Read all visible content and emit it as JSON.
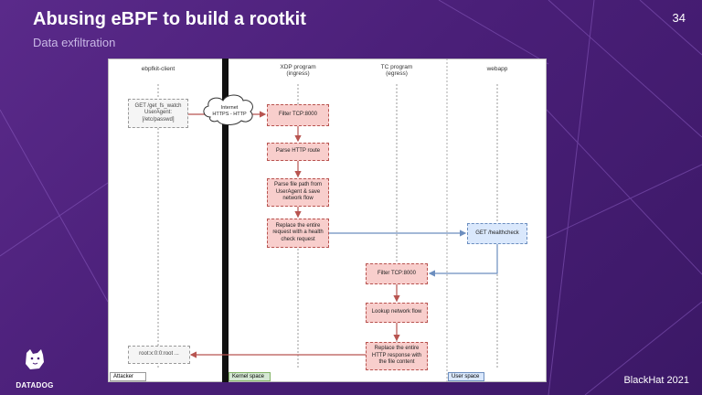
{
  "slide": {
    "title": "Abusing eBPF to build a rootkit",
    "subtitle": "Data exfiltration",
    "page_number": "34",
    "event": "BlackHat 2021",
    "logo_text": "DATADOG"
  },
  "diagram": {
    "lifelines": {
      "client": "ebpfkit-client",
      "xdp_line1": "XDP program",
      "xdp_line2": "(ingress)",
      "tc_line1": "TC program",
      "tc_line2": "(egress)",
      "webapp": "webapp"
    },
    "client_request": "GET /get_fs_watch\nUserAgent:\n[/etc/passwd]",
    "cloud": "Internet\nHTTPS - HTTP",
    "xdp_steps": [
      "Filter TCP:8000",
      "Parse HTTP route",
      "Parse file path from\nUserAgent & save\nnetwork flow",
      "Replace the entire\nrequest with a health\ncheck request"
    ],
    "webapp_request": "GET /healthcheck",
    "tc_steps": [
      "Filter TCP:8000",
      "Lookup network flow",
      "Replace the entire\nHTTP response with\nthe file content"
    ],
    "client_response": "root:x:0:0:root ...",
    "regions": {
      "attacker": "Attacker",
      "kernel": "Kernel space",
      "user": "User space"
    },
    "colors": {
      "pink_fill": "#f8cecc",
      "pink_stroke": "#b85450",
      "blue_fill": "#dae8fc",
      "blue_stroke": "#6c8ebf",
      "kernel_tag": "#d5e8d4",
      "user_tag": "#dae8fc"
    }
  }
}
